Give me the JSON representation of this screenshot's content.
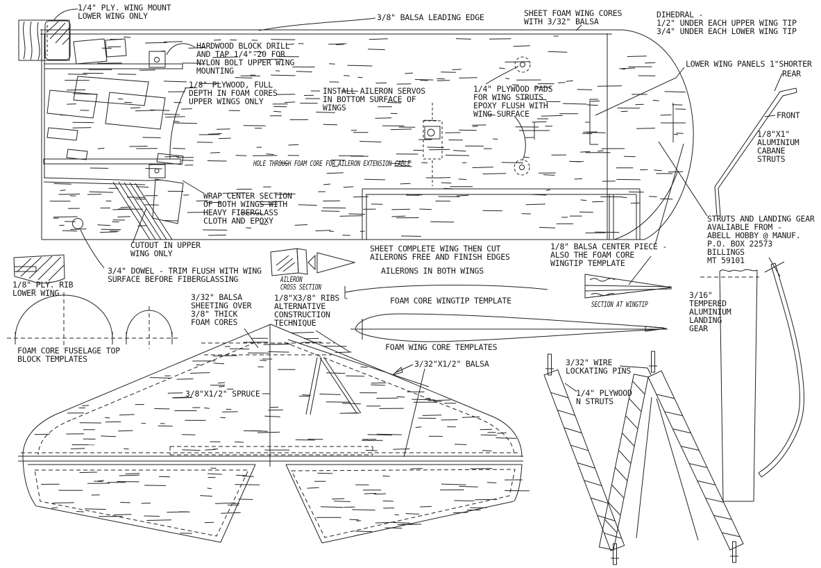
{
  "sheet": {
    "background": "#ffffff",
    "ink": "#1f1f1f"
  },
  "labels": {
    "ply_wing_mount": "1/4\" PLY. WING MOUNT\nLOWER WING ONLY",
    "balsa_leading_edge": "3/8\" BALSA LEADING EDGE",
    "sheet_foam_cores": "SHEET FOAM WING CORES\nWITH 3/32\" BALSA",
    "dihedral": "DIHEDRAL -\n1/2\" UNDER EACH UPPER WING TIP\n3/4\" UNDER EACH LOWER WING TIP",
    "hardwood_block": "HARDWOOD BLOCK DRILL\nAND TAP 1/4\"-20 FOR\nNYLON BOLT UPPER WING\nMOUNTING",
    "plywood_full_depth": "1/8\" PLYWOOD, FULL\nDEPTH IN FOAM CORES\nUPPER WINGS ONLY",
    "install_servos": "INSTALL AILERON SERVOS\nIN BOTTOM SURFACE OF\nWINGS",
    "plywood_pads": "1/4\" PLYWOOD PADS\nFOR WING STRUTS\nEPOXY FLUSH WITH\nWING SURFACE",
    "lower_wing_panels": "LOWER WING PANELS 1\"SHORTER",
    "rear": "REAR",
    "front": "FRONT",
    "cabane_struts": "1/8\"X1\"\nALUMINIUM\nCABANE\nSTRUTS",
    "hole_through": "HOLE THROUGH FOAM CORE FOR AILERON EXTENSION CABLE",
    "wrap_center": "WRAP CENTER SECTION\nOF BOTH WINGS WITH\nHEAVY FIBERGLASS\nCLOTH AND EPOXY",
    "struts_available": "STRUTS AND LANDING GEAR\nAVALIABLE FROM -\nABELL HOBBY @ MANUF.\nP.O. BOX 22573\nBILLINGS\nMT 59101",
    "cutout": "CUTOUT IN UPPER\nWING ONLY",
    "dowel": "3/4\" DOWEL - TRIM FLUSH WITH WING\nSURFACE BEFORE FIBERGLASSING",
    "ply_rib": "1/8\"_PLY. RIB\nLOWER WING",
    "aileron_cross_section": "AILERON\nCROSS SECTION",
    "ribs_alternative": "1/8\"X3/8\" RIBS -\nALTERNATIVE\nCONSTRUCTION\nTECHNIQUE",
    "sheet_complete": "SHEET COMPLETE WING THEN CUT\nAILERONS FREE AND FINISH EDGES",
    "balsa_center_piece": "1/8\" BALSA CENTER PIECE -\nALSO THE FOAM CORE\nWINGTIP TEMPLATE",
    "ailerons_both": "AILERONS IN BOTH WINGS",
    "foam_core_wingtip_template": "FOAM CORE WINGTIP TEMPLATE",
    "section_at_wingtip": "SECTION AT WINGTIP",
    "balsa_sheeting": "3/32\" BALSA\nSHEETING OVER\n3/8\" THICK\nFOAM CORES",
    "foam_fuselage": "FOAM CORE FUSELAGE TOP\nBLOCK TEMPLATES",
    "foam_wing_core_templates": "FOAM WING CORE TEMPLATES",
    "balsa_3_32": "3/32\"X1/2\" BALSA",
    "spruce": "3/8\"X1/2\" SPRUCE",
    "tempered_gear": "3/16\"\nTEMPERED\nALUMINIUM\nLANDING\nGEAR",
    "wire_pins": "3/32\" WIRE\nLOCKATING PINS",
    "plywood_n_struts": "1/4\" PLYWOOD\nN STRUTS"
  }
}
